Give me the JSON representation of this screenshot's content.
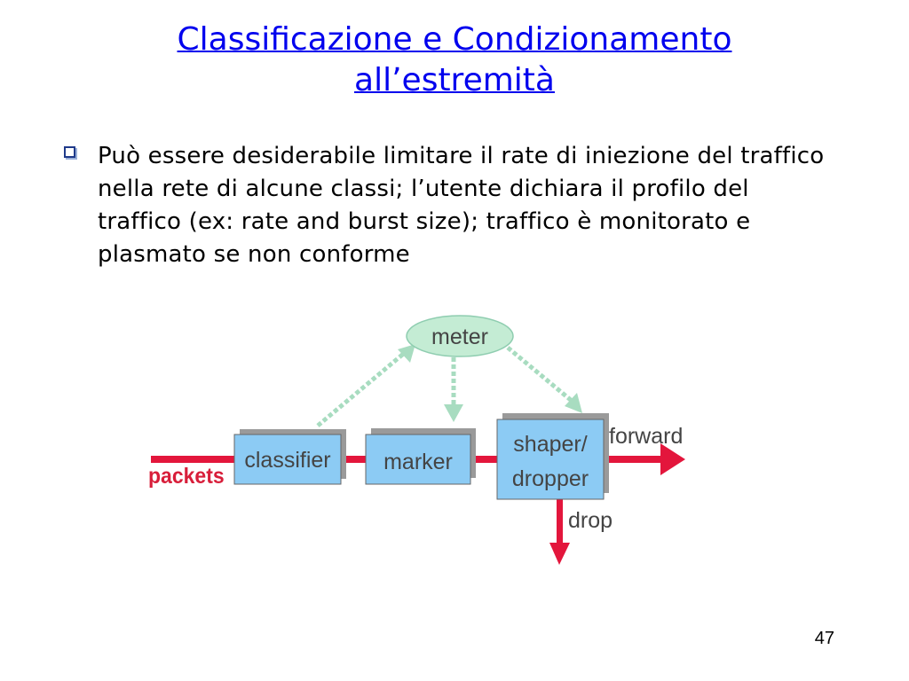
{
  "slide": {
    "title_line1": "Classificazione e Condizionamento",
    "title_line2": "all’estremità",
    "bullet": "Può essere desiderabile limitare il rate di iniezione del traffico nella rete di alcune classi; l’utente dichiara il profilo del traffico (ex: rate and burst size); traffico è monitorato e plasmato se non conforme",
    "page_number": "47"
  },
  "diagram": {
    "meter": "meter",
    "classifier": "classifier",
    "marker": "marker",
    "shaper_line1": "shaper/",
    "shaper_line2": "dropper",
    "packets": "packets",
    "forward": "forward",
    "drop": "drop",
    "colors": {
      "box_fill": "#8ccbf4",
      "shadow": "#9a9a9a",
      "red_line": "#e3163c",
      "green_dotted": "#a8dcc0",
      "meter_fill": "#c4ecd4",
      "packets_text": "#d81e3a"
    }
  }
}
